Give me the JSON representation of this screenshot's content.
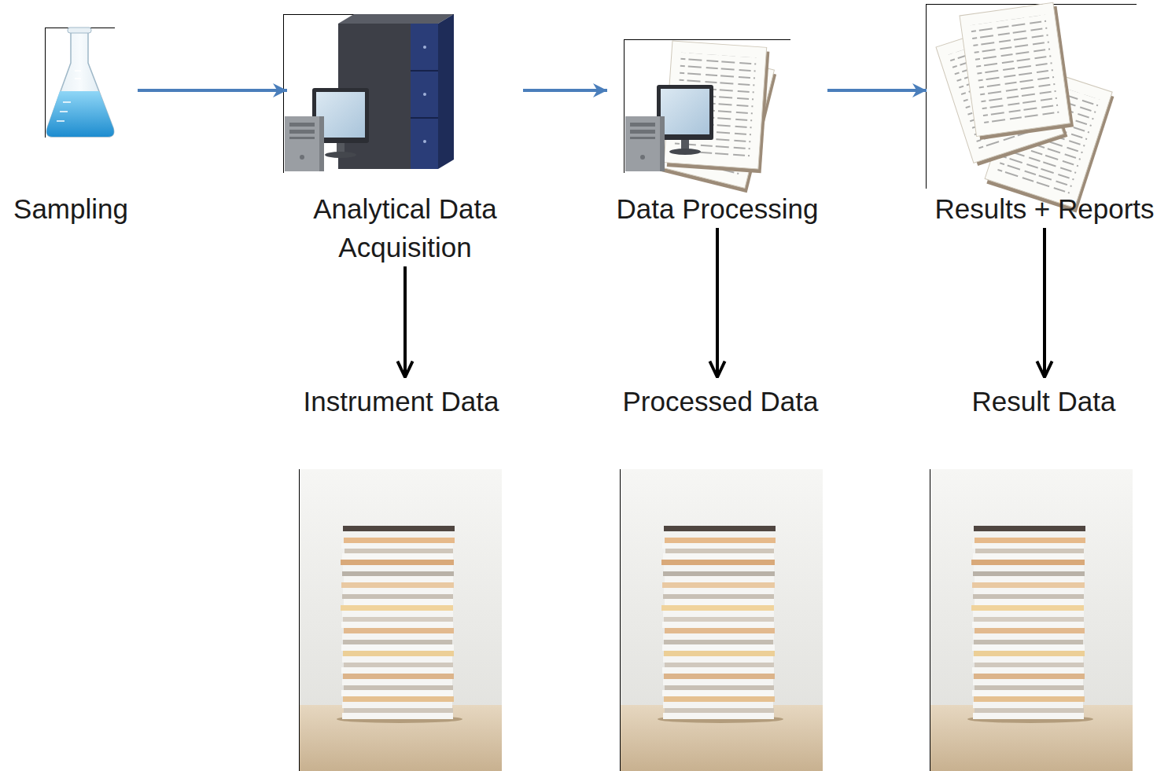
{
  "diagram": {
    "nodes": [
      {
        "text": [
          "Sampling"
        ]
      },
      {
        "text": [
          "Analytical Data Acquisition"
        ]
      },
      {
        "text": [
          "Data Processing"
        ]
      },
      {
        "text": [
          "Results + Reports"
        ]
      },
      {
        "text": [
          "Instrument Data"
        ]
      },
      {
        "text": [
          "Processed Data"
        ]
      },
      {
        "text": [
          "Result Data"
        ]
      }
    ],
    "edges": [
      {
        "from": 0,
        "to": 1,
        "arrow": "to"
      },
      {
        "from": 1,
        "to": 2,
        "arrow": "to"
      },
      {
        "from": 2,
        "to": 3,
        "arrow": "to"
      },
      {
        "from": 1,
        "to": 4,
        "arrow": "to"
      },
      {
        "from": 2,
        "to": 5,
        "arrow": "to"
      },
      {
        "from": 3,
        "to": 6,
        "arrow": "to"
      }
    ]
  }
}
